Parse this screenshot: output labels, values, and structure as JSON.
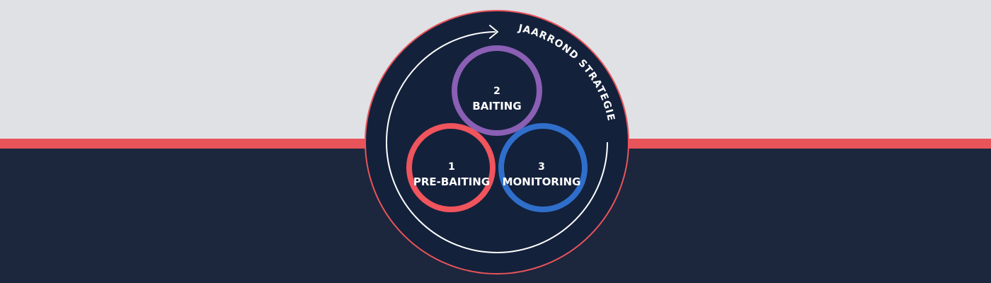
{
  "colors": {
    "background_top": "#e0e1e5",
    "stripe": "#e8545a",
    "background_bottom": "#1c263d",
    "disc": "#14213b",
    "disc_border": "#e8545a",
    "white": "#ffffff",
    "step1": "#f0545c",
    "step2": "#8a5fb4",
    "step3": "#2f6fcb"
  },
  "cycle": {
    "title": "JAARROND STRATEGIE",
    "arrow_icon": "clockwise-arrow-icon"
  },
  "steps": [
    {
      "number": "1",
      "label": "PRE-BAITING"
    },
    {
      "number": "2",
      "label": "BAITING"
    },
    {
      "number": "3",
      "label": "MONITORING"
    }
  ]
}
